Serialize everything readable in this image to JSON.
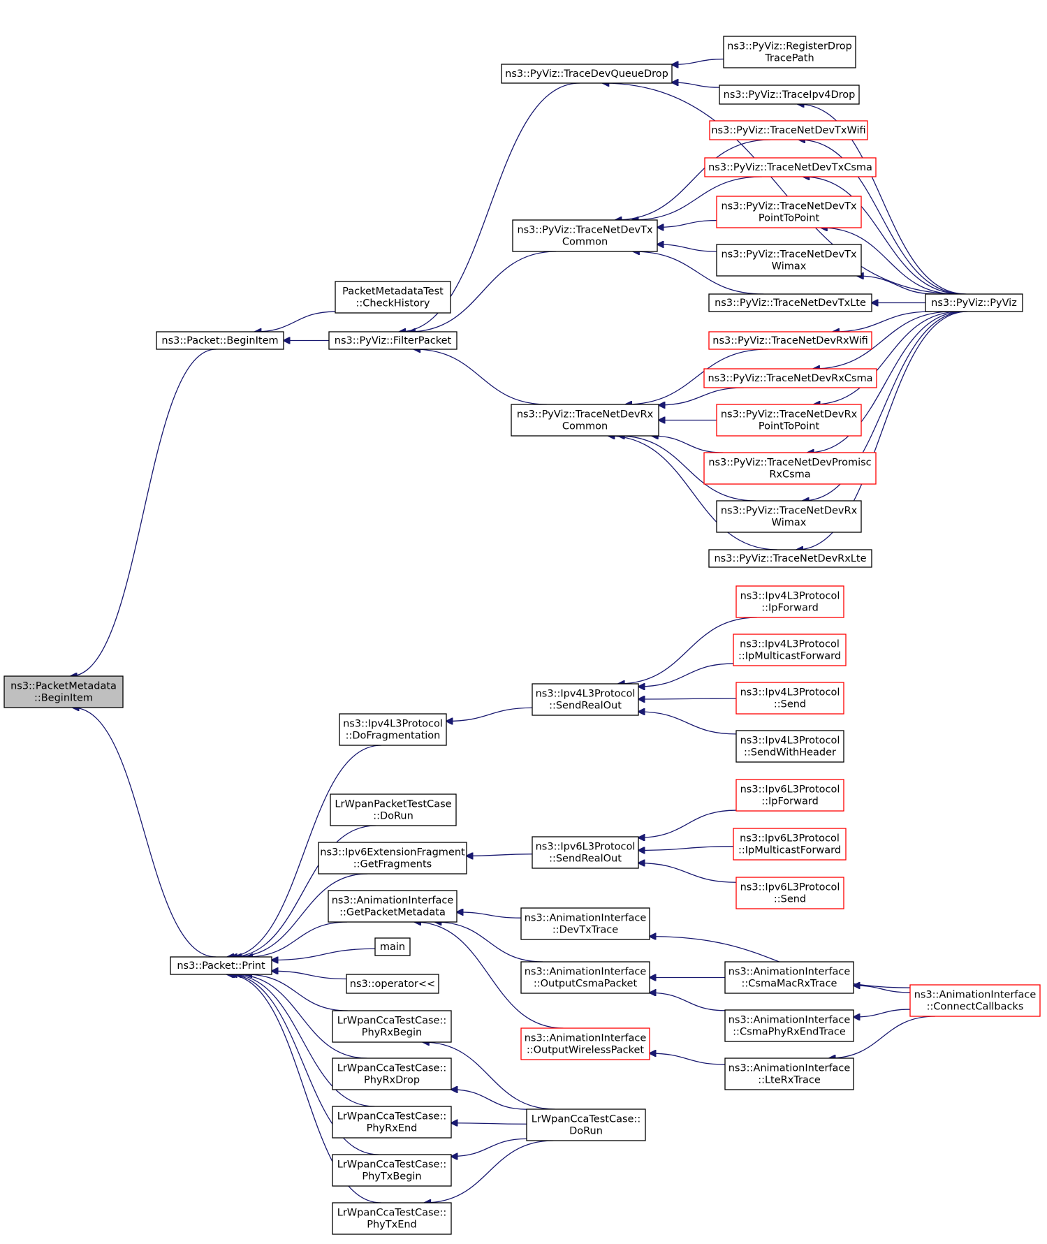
{
  "colors": {
    "edge": "#191970",
    "node_fill": "#ffffff",
    "node_border": "#000000",
    "node_border_truncated": "#ff0000",
    "root_fill": "#bfbfbf"
  },
  "graph": {
    "nodes": [
      {
        "id": "root",
        "lines": [
          "ns3::PacketMetadata",
          "::BeginItem"
        ],
        "style": "root"
      },
      {
        "id": "pkt_begin",
        "lines": [
          "ns3::Packet::BeginItem"
        ],
        "style": "normal"
      },
      {
        "id": "pmt_check",
        "lines": [
          "PacketMetadataTest",
          "::CheckHistory"
        ],
        "style": "normal"
      },
      {
        "id": "filter",
        "lines": [
          "ns3::PyViz::FilterPacket"
        ],
        "style": "normal"
      },
      {
        "id": "qdrop",
        "lines": [
          "ns3::PyViz::TraceDevQueueDrop"
        ],
        "style": "normal"
      },
      {
        "id": "regdrop",
        "lines": [
          "ns3::PyViz::RegisterDrop",
          "TracePath"
        ],
        "style": "normal"
      },
      {
        "id": "ipv4drop",
        "lines": [
          "ns3::PyViz::TraceIpv4Drop"
        ],
        "style": "normal"
      },
      {
        "id": "txwifi",
        "lines": [
          "ns3::PyViz::TraceNetDevTxWifi"
        ],
        "style": "truncated"
      },
      {
        "id": "txcsma",
        "lines": [
          "ns3::PyViz::TraceNetDevTxCsma"
        ],
        "style": "truncated"
      },
      {
        "id": "txcommon",
        "lines": [
          "ns3::PyViz::TraceNetDevTx",
          "Common"
        ],
        "style": "normal"
      },
      {
        "id": "txp2p",
        "lines": [
          "ns3::PyViz::TraceNetDevTx",
          "PointToPoint"
        ],
        "style": "truncated"
      },
      {
        "id": "txwimax",
        "lines": [
          "ns3::PyViz::TraceNetDevTx",
          "Wimax"
        ],
        "style": "normal"
      },
      {
        "id": "txlte",
        "lines": [
          "ns3::PyViz::TraceNetDevTxLte"
        ],
        "style": "normal"
      },
      {
        "id": "pyviz",
        "lines": [
          "ns3::PyViz::PyViz"
        ],
        "style": "normal"
      },
      {
        "id": "rxwifi",
        "lines": [
          "ns3::PyViz::TraceNetDevRxWifi"
        ],
        "style": "truncated"
      },
      {
        "id": "rxcsma",
        "lines": [
          "ns3::PyViz::TraceNetDevRxCsma"
        ],
        "style": "truncated"
      },
      {
        "id": "rxcommon",
        "lines": [
          "ns3::PyViz::TraceNetDevRx",
          "Common"
        ],
        "style": "normal"
      },
      {
        "id": "rxp2p",
        "lines": [
          "ns3::PyViz::TraceNetDevRx",
          "PointToPoint"
        ],
        "style": "truncated"
      },
      {
        "id": "rxprom",
        "lines": [
          "ns3::PyViz::TraceNetDevPromisc",
          "RxCsma"
        ],
        "style": "truncated"
      },
      {
        "id": "rxwimax",
        "lines": [
          "ns3::PyViz::TraceNetDevRx",
          "Wimax"
        ],
        "style": "normal"
      },
      {
        "id": "rxlte",
        "lines": [
          "ns3::PyViz::TraceNetDevRxLte"
        ],
        "style": "normal"
      },
      {
        "id": "ipv4fwd",
        "lines": [
          "ns3::Ipv4L3Protocol",
          "::IpForward"
        ],
        "style": "truncated"
      },
      {
        "id": "ipv4mfwd",
        "lines": [
          "ns3::Ipv4L3Protocol",
          "::IpMulticastForward"
        ],
        "style": "truncated"
      },
      {
        "id": "ipv4sro",
        "lines": [
          "ns3::Ipv4L3Protocol",
          "::SendRealOut"
        ],
        "style": "normal"
      },
      {
        "id": "ipv4send",
        "lines": [
          "ns3::Ipv4L3Protocol",
          "::Send"
        ],
        "style": "truncated"
      },
      {
        "id": "ipv4frag",
        "lines": [
          "ns3::Ipv4L3Protocol",
          "::DoFragmentation"
        ],
        "style": "normal"
      },
      {
        "id": "ipv4swh",
        "lines": [
          "ns3::Ipv4L3Protocol",
          "::SendWithHeader"
        ],
        "style": "normal"
      },
      {
        "id": "lrpkt",
        "lines": [
          "LrWpanPacketTestCase",
          "::DoRun"
        ],
        "style": "normal"
      },
      {
        "id": "ipv6fwd",
        "lines": [
          "ns3::Ipv6L3Protocol",
          "::IpForward"
        ],
        "style": "truncated"
      },
      {
        "id": "ipv6getfrag",
        "lines": [
          "ns3::Ipv6ExtensionFragment",
          "::GetFragments"
        ],
        "style": "normal"
      },
      {
        "id": "ipv6sro",
        "lines": [
          "ns3::Ipv6L3Protocol",
          "::SendRealOut"
        ],
        "style": "normal"
      },
      {
        "id": "ipv6mfwd",
        "lines": [
          "ns3::Ipv6L3Protocol",
          "::IpMulticastForward"
        ],
        "style": "truncated"
      },
      {
        "id": "ipv6send",
        "lines": [
          "ns3::Ipv6L3Protocol",
          "::Send"
        ],
        "style": "truncated"
      },
      {
        "id": "getpktmeta",
        "lines": [
          "ns3::AnimationInterface",
          "::GetPacketMetadata"
        ],
        "style": "normal"
      },
      {
        "id": "devtx",
        "lines": [
          "ns3::AnimationInterface",
          "::DevTxTrace"
        ],
        "style": "normal"
      },
      {
        "id": "main",
        "lines": [
          "main"
        ],
        "style": "normal"
      },
      {
        "id": "pkt_print",
        "lines": [
          "ns3::Packet::Print"
        ],
        "style": "normal"
      },
      {
        "id": "op",
        "lines": [
          "ns3::operator<<"
        ],
        "style": "normal"
      },
      {
        "id": "outcsma",
        "lines": [
          "ns3::AnimationInterface",
          "::OutputCsmaPacket"
        ],
        "style": "normal"
      },
      {
        "id": "csmamac",
        "lines": [
          "ns3::AnimationInterface",
          "::CsmaMacRxTrace"
        ],
        "style": "normal"
      },
      {
        "id": "connect",
        "lines": [
          "ns3::AnimationInterface",
          "::ConnectCallbacks"
        ],
        "style": "truncated"
      },
      {
        "id": "csmaphy",
        "lines": [
          "ns3::AnimationInterface",
          "::CsmaPhyRxEndTrace"
        ],
        "style": "normal"
      },
      {
        "id": "phyrxbegin",
        "lines": [
          "LrWpanCcaTestCase::",
          "PhyRxBegin"
        ],
        "style": "normal"
      },
      {
        "id": "outwifi",
        "lines": [
          "ns3::AnimationInterface",
          "::OutputWirelessPacket"
        ],
        "style": "truncated"
      },
      {
        "id": "lterx",
        "lines": [
          "ns3::AnimationInterface",
          "::LteRxTrace"
        ],
        "style": "normal"
      },
      {
        "id": "phyrxdrop",
        "lines": [
          "LrWpanCcaTestCase::",
          "PhyRxDrop"
        ],
        "style": "normal"
      },
      {
        "id": "phyrxend",
        "lines": [
          "LrWpanCcaTestCase::",
          "PhyRxEnd"
        ],
        "style": "normal"
      },
      {
        "id": "ccadorun",
        "lines": [
          "LrWpanCcaTestCase::",
          "DoRun"
        ],
        "style": "normal"
      },
      {
        "id": "phytxbegin",
        "lines": [
          "LrWpanCcaTestCase::",
          "PhyTxBegin"
        ],
        "style": "normal"
      },
      {
        "id": "phytxend",
        "lines": [
          "LrWpanCcaTestCase::",
          "PhyTxEnd"
        ],
        "style": "normal"
      }
    ],
    "edges": [
      {
        "from": "pkt_begin",
        "to": "root"
      },
      {
        "from": "pkt_print",
        "to": "root"
      },
      {
        "from": "pmt_check",
        "to": "pkt_begin"
      },
      {
        "from": "filter",
        "to": "pkt_begin"
      },
      {
        "from": "qdrop",
        "to": "filter"
      },
      {
        "from": "txcommon",
        "to": "filter"
      },
      {
        "from": "rxcommon",
        "to": "filter"
      },
      {
        "from": "regdrop",
        "to": "qdrop"
      },
      {
        "from": "ipv4drop",
        "to": "qdrop"
      },
      {
        "from": "pyviz",
        "to": "qdrop"
      },
      {
        "from": "pyviz",
        "to": "ipv4drop"
      },
      {
        "from": "txwifi",
        "to": "txcommon"
      },
      {
        "from": "txcsma",
        "to": "txcommon"
      },
      {
        "from": "txp2p",
        "to": "txcommon"
      },
      {
        "from": "txwimax",
        "to": "txcommon"
      },
      {
        "from": "txlte",
        "to": "txcommon"
      },
      {
        "from": "pyviz",
        "to": "txwifi"
      },
      {
        "from": "pyviz",
        "to": "txcsma"
      },
      {
        "from": "pyviz",
        "to": "txp2p"
      },
      {
        "from": "pyviz",
        "to": "txwimax"
      },
      {
        "from": "pyviz",
        "to": "txlte"
      },
      {
        "from": "rxwifi",
        "to": "rxcommon"
      },
      {
        "from": "rxcsma",
        "to": "rxcommon"
      },
      {
        "from": "rxp2p",
        "to": "rxcommon"
      },
      {
        "from": "rxprom",
        "to": "rxcommon"
      },
      {
        "from": "rxwimax",
        "to": "rxcommon"
      },
      {
        "from": "rxlte",
        "to": "rxcommon"
      },
      {
        "from": "pyviz",
        "to": "rxwifi"
      },
      {
        "from": "pyviz",
        "to": "rxcsma"
      },
      {
        "from": "pyviz",
        "to": "rxp2p"
      },
      {
        "from": "pyviz",
        "to": "rxprom"
      },
      {
        "from": "pyviz",
        "to": "rxwimax"
      },
      {
        "from": "pyviz",
        "to": "rxlte"
      },
      {
        "from": "ipv4frag",
        "to": "pkt_print"
      },
      {
        "from": "lrpkt",
        "to": "pkt_print"
      },
      {
        "from": "ipv6getfrag",
        "to": "pkt_print"
      },
      {
        "from": "getpktmeta",
        "to": "pkt_print"
      },
      {
        "from": "main",
        "to": "pkt_print"
      },
      {
        "from": "op",
        "to": "pkt_print"
      },
      {
        "from": "phyrxbegin",
        "to": "pkt_print"
      },
      {
        "from": "phyrxdrop",
        "to": "pkt_print"
      },
      {
        "from": "phyrxend",
        "to": "pkt_print"
      },
      {
        "from": "phytxbegin",
        "to": "pkt_print"
      },
      {
        "from": "phytxend",
        "to": "pkt_print"
      },
      {
        "from": "ipv4sro",
        "to": "ipv4frag"
      },
      {
        "from": "ipv4fwd",
        "to": "ipv4sro"
      },
      {
        "from": "ipv4mfwd",
        "to": "ipv4sro"
      },
      {
        "from": "ipv4send",
        "to": "ipv4sro"
      },
      {
        "from": "ipv4swh",
        "to": "ipv4sro"
      },
      {
        "from": "ipv6sro",
        "to": "ipv6getfrag"
      },
      {
        "from": "ipv6fwd",
        "to": "ipv6sro"
      },
      {
        "from": "ipv6mfwd",
        "to": "ipv6sro"
      },
      {
        "from": "ipv6send",
        "to": "ipv6sro"
      },
      {
        "from": "devtx",
        "to": "getpktmeta"
      },
      {
        "from": "outcsma",
        "to": "getpktmeta"
      },
      {
        "from": "outwifi",
        "to": "getpktmeta"
      },
      {
        "from": "connect",
        "to": "devtx"
      },
      {
        "from": "csmamac",
        "to": "outcsma"
      },
      {
        "from": "csmaphy",
        "to": "outcsma"
      },
      {
        "from": "lterx",
        "to": "outwifi"
      },
      {
        "from": "connect",
        "to": "csmamac"
      },
      {
        "from": "connect",
        "to": "csmaphy"
      },
      {
        "from": "connect",
        "to": "lterx"
      },
      {
        "from": "ccadorun",
        "to": "phyrxbegin"
      },
      {
        "from": "ccadorun",
        "to": "phyrxdrop"
      },
      {
        "from": "ccadorun",
        "to": "phyrxend"
      },
      {
        "from": "ccadorun",
        "to": "phytxbegin"
      },
      {
        "from": "ccadorun",
        "to": "phytxend"
      }
    ]
  }
}
